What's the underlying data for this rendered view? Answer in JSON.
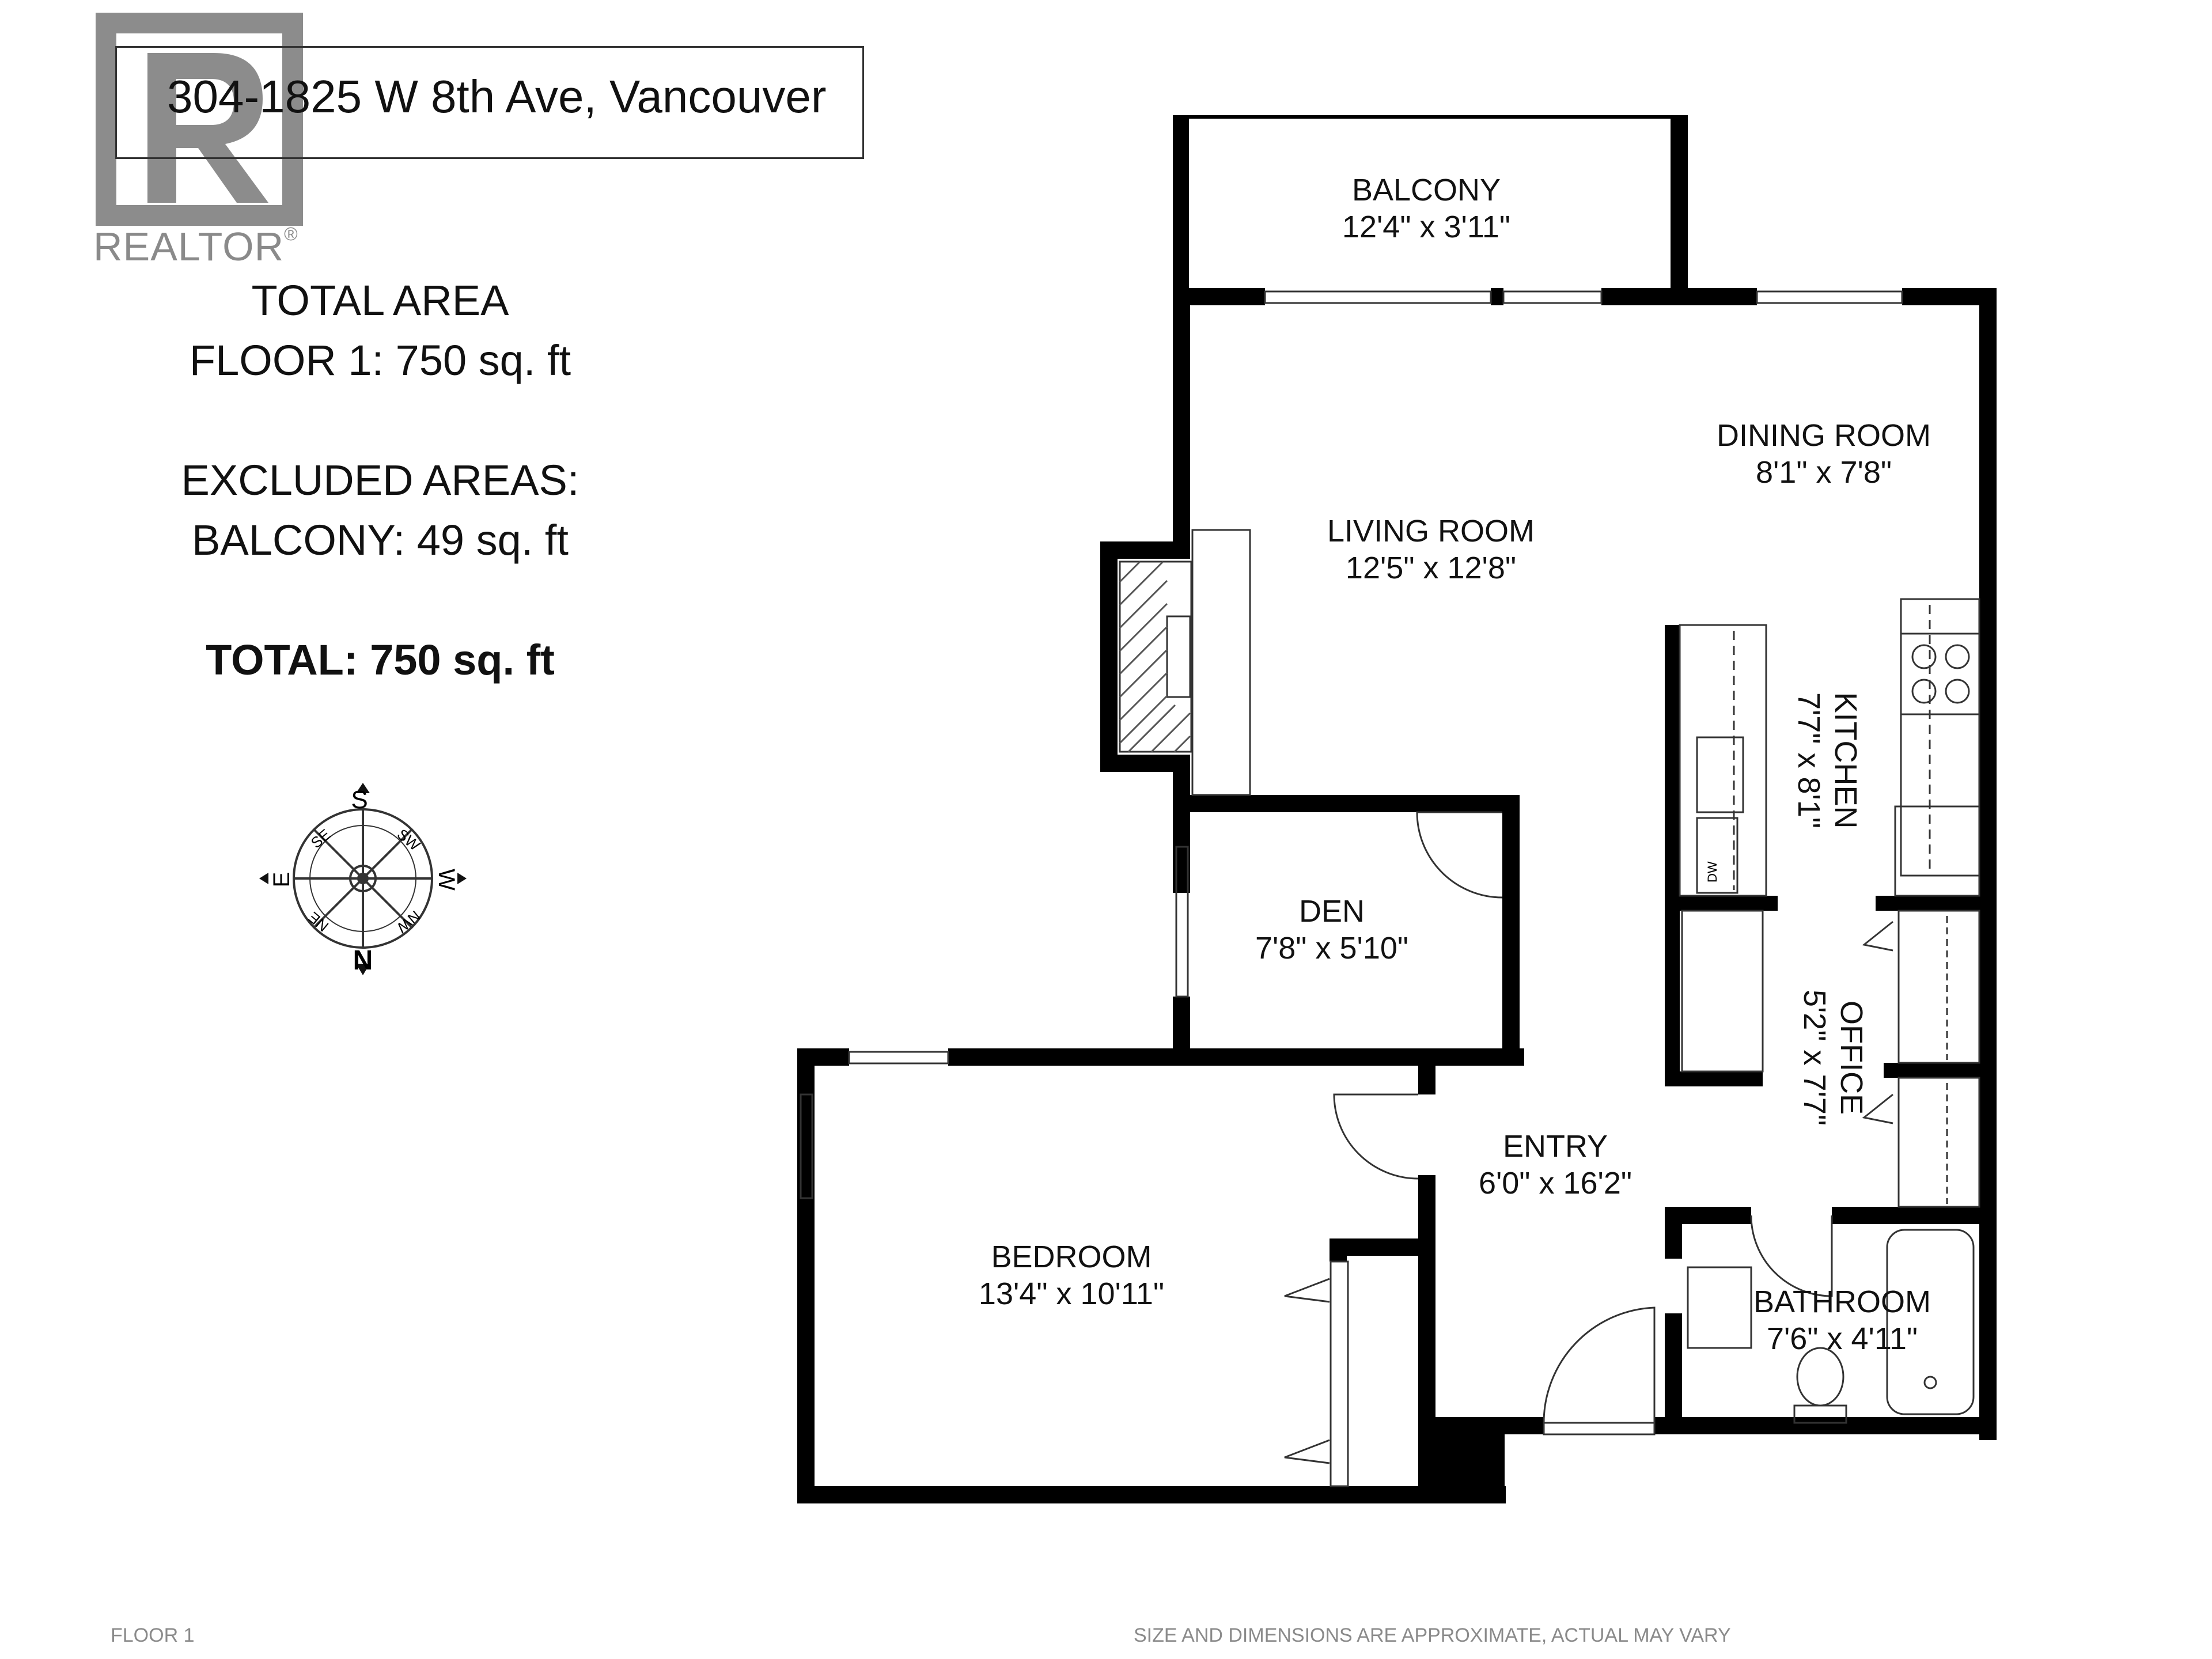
{
  "address": "304-1825 W 8th Ave, Vancouver",
  "logo": {
    "word": "REALTOR",
    "mark": "®"
  },
  "totals": {
    "line1": "TOTAL AREA",
    "line2": "FLOOR 1: 750 sq. ft",
    "line3": "EXCLUDED AREAS:",
    "line4": "BALCONY: 49 sq. ft",
    "line5": "TOTAL: 750 sq. ft"
  },
  "compass": {
    "n": "N",
    "s": "S",
    "e": "E",
    "w": "W",
    "ne": "NE",
    "nw": "NW",
    "se": "SE",
    "sw": "SW"
  },
  "rooms": {
    "balcony": {
      "name": "BALCONY",
      "dims": "12'4\" x 3'11\""
    },
    "living": {
      "name": "LIVING ROOM",
      "dims": "12'5\" x 12'8\""
    },
    "dining": {
      "name": "DINING ROOM",
      "dims": "8'1\" x 7'8\""
    },
    "kitchen": {
      "name": "KITCHEN",
      "dims": "7'7\" x 8'1\""
    },
    "den": {
      "name": "DEN",
      "dims": "7'8\" x 5'10\""
    },
    "office": {
      "name": "OFFICE",
      "dims": "5'2\" x 7'7\""
    },
    "entry": {
      "name": "ENTRY",
      "dims": "6'0\" x 16'2\""
    },
    "bedroom": {
      "name": "BEDROOM",
      "dims": "13'4\" x 10'11\""
    },
    "bathroom": {
      "name": "BATHROOM",
      "dims": "7'6\" x 4'11\""
    }
  },
  "appliance_dw": "DW",
  "footer": {
    "left": "FLOOR 1",
    "right": "SIZE AND DIMENSIONS ARE APPROXIMATE, ACTUAL MAY VARY"
  }
}
